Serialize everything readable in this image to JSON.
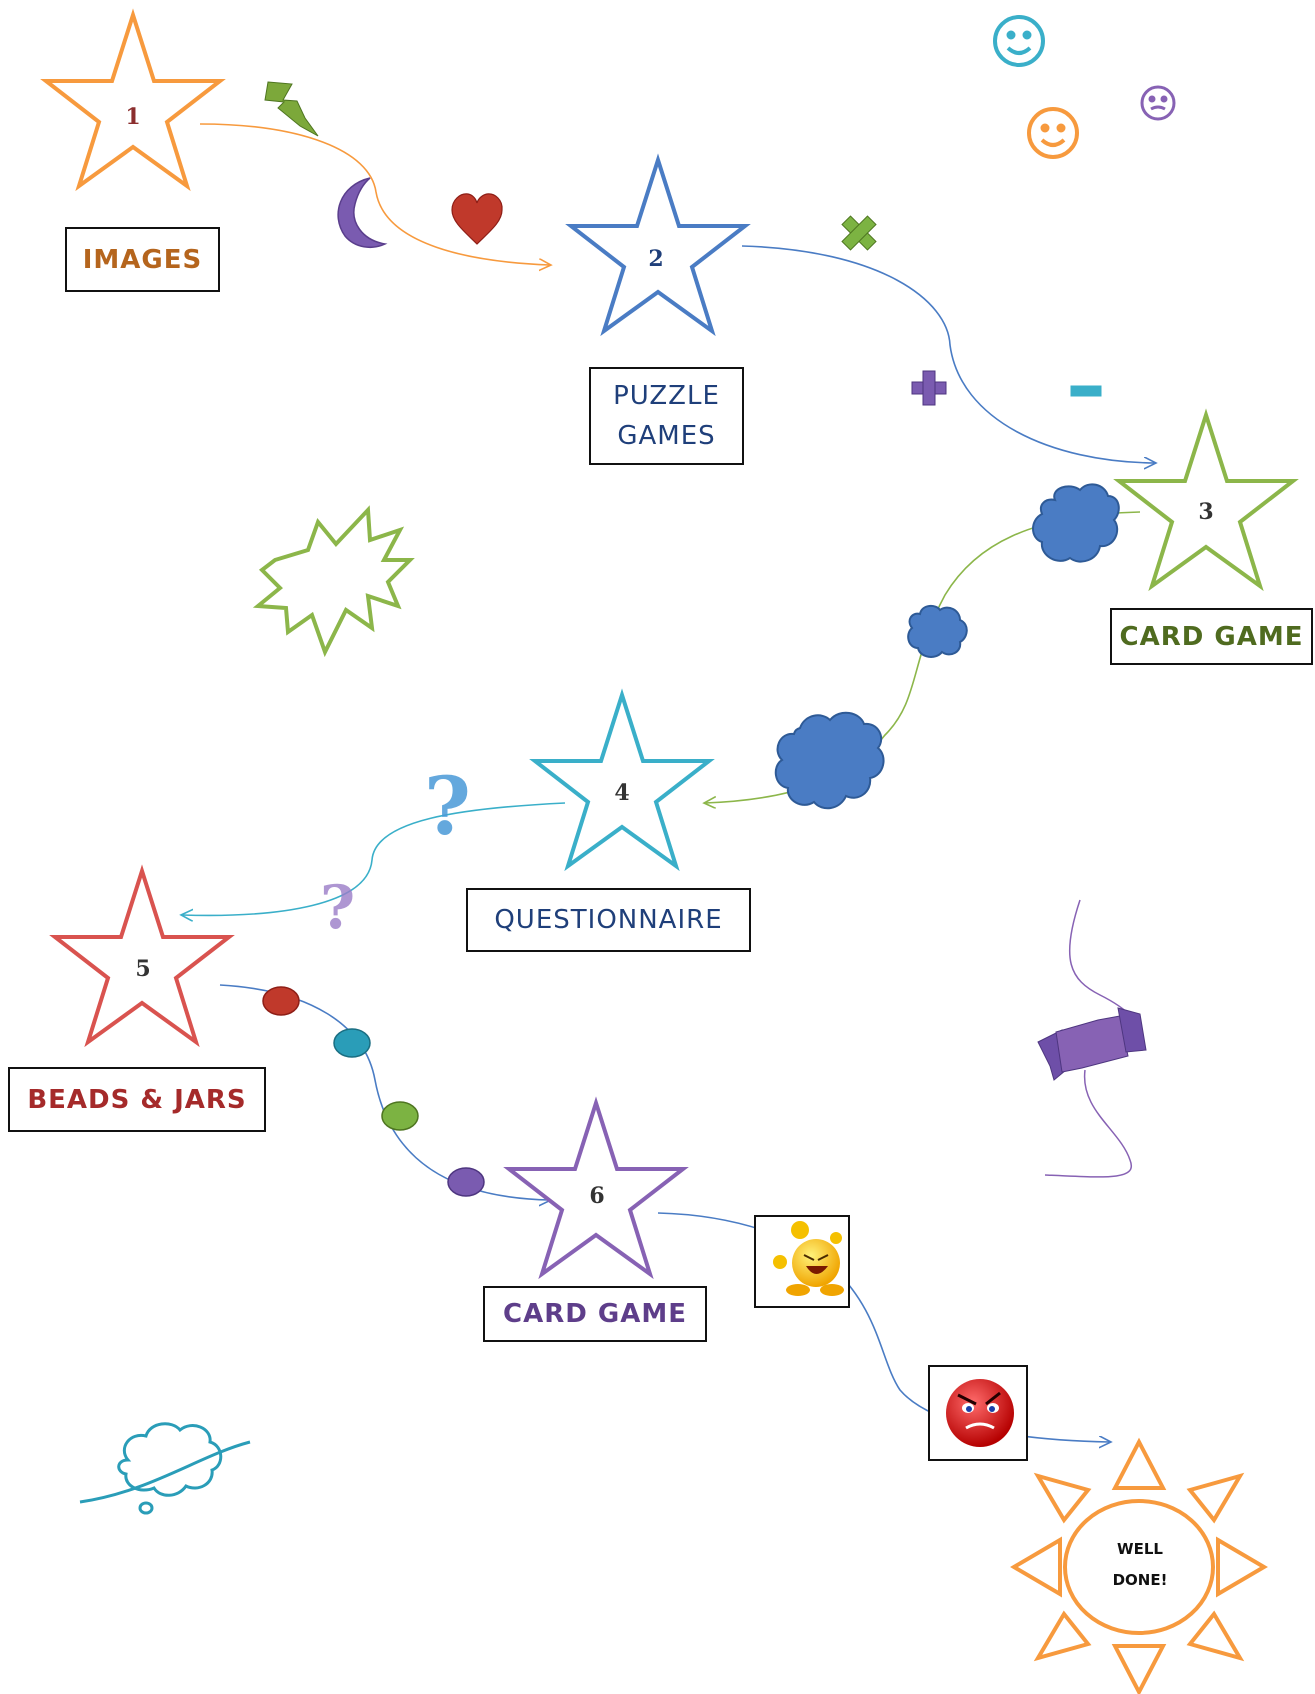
{
  "steps": [
    {
      "number": "1",
      "label": "IMAGES",
      "color": "#F79A3E"
    },
    {
      "number": "2",
      "label_line1": "PUZZLE",
      "label_line2": "GAMES",
      "color": "#4A7CC4"
    },
    {
      "number": "3",
      "label": "CARD GAME",
      "color": "#8CB64A"
    },
    {
      "number": "4",
      "label": "QUESTIONNAIRE",
      "color": "#3AAFC9"
    },
    {
      "number": "5",
      "label": "BEADS & JARS",
      "color": "#D9534F"
    },
    {
      "number": "6",
      "label": "CARD GAME",
      "color": "#8762B4"
    }
  ],
  "finish": {
    "line1": "WELL",
    "line2": "DONE!",
    "color": "#F79A3E"
  },
  "label_text_colors": {
    "images": "#B5651D",
    "puzzle": "#1F3F7A",
    "card3": "#4F6B1F",
    "questionnaire": "#1F3F7A",
    "beads": "#A52A2A",
    "card6": "#5E3E8A"
  },
  "decorations": [
    "lightning-icon",
    "moon-icon",
    "heart-icon",
    "cross-icon",
    "plus-icon",
    "minus-icon",
    "smiley-icon",
    "explosion-icon",
    "cloud-icon",
    "question-mark-icon",
    "bead-icon",
    "ribbon-banner-icon",
    "thought-cloud-icon",
    "laughing-face-icon",
    "angry-face-icon",
    "sun-icon"
  ]
}
